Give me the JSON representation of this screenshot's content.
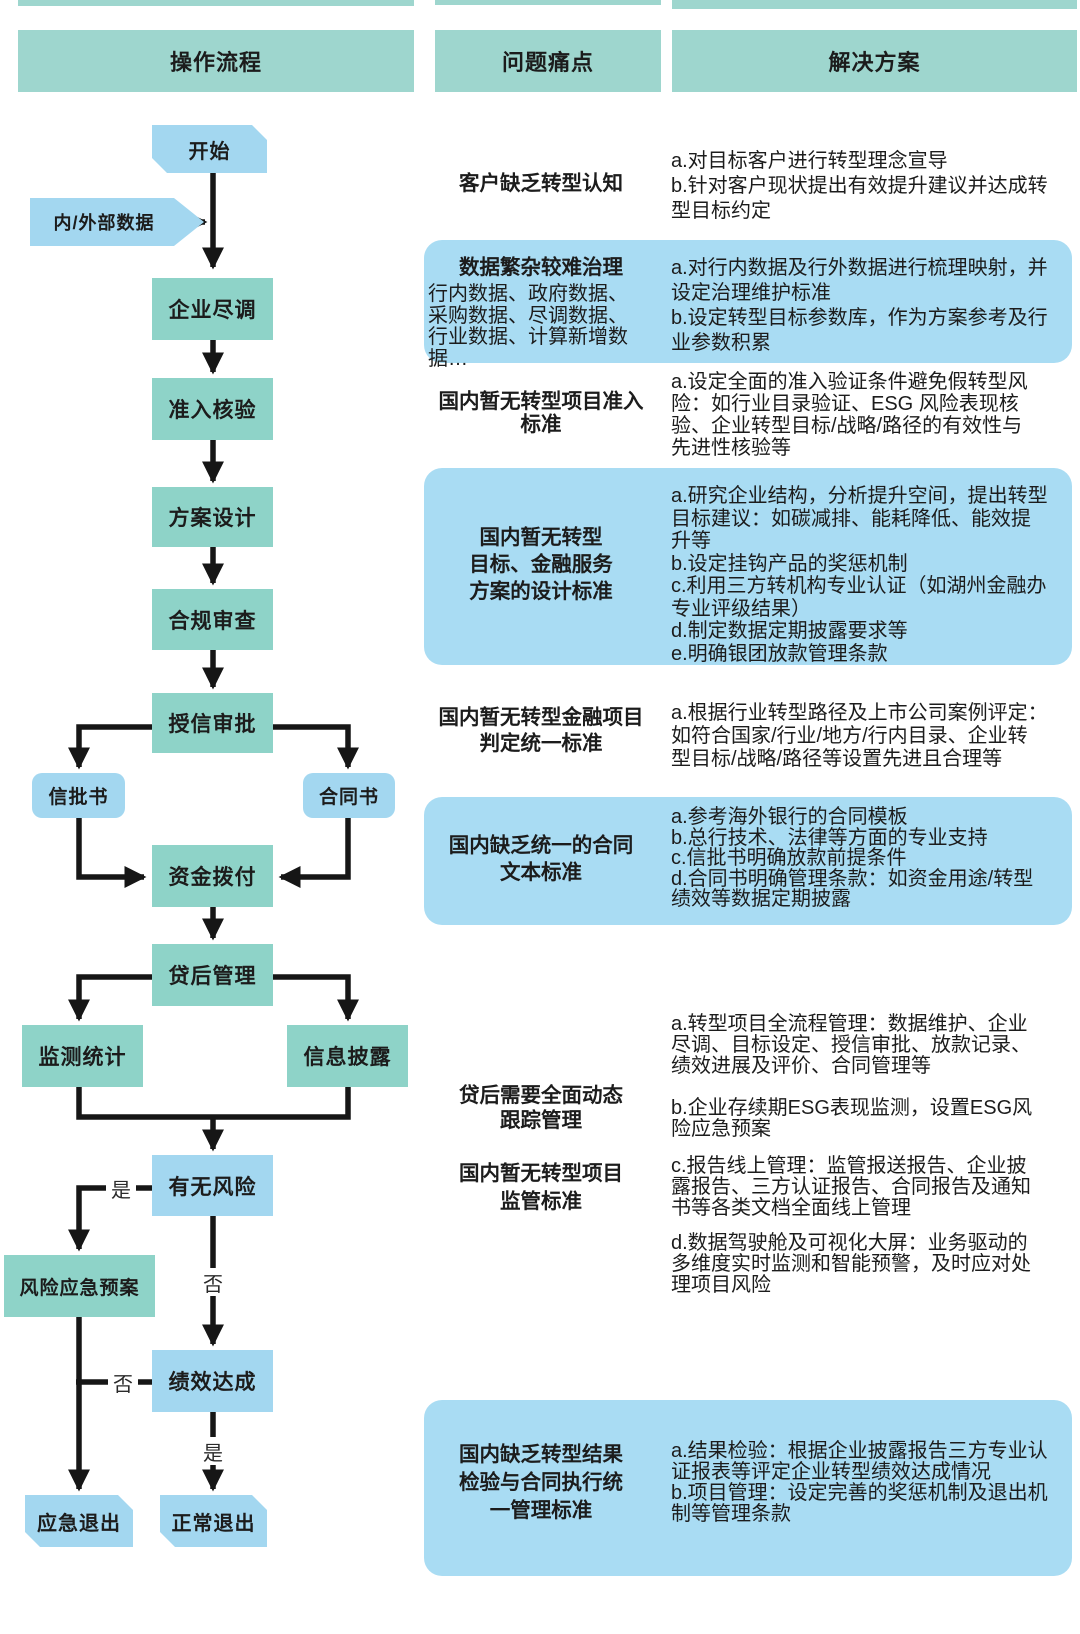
{
  "headers": {
    "process": "操作流程",
    "pain": "问题痛点",
    "solution": "解决方案"
  },
  "colors": {
    "header_teal": "#9ed6ce",
    "process_teal": "#8ed3c8",
    "node_blue": "#a3d7f0",
    "container_blue": "#a9dcf3",
    "arrow": "#161616",
    "text": "#1c1c1c"
  },
  "flowchart": {
    "nodes": {
      "start": {
        "label": "开始"
      },
      "external_data": {
        "label": "内/外部数据"
      },
      "due_diligence": {
        "label": "企业尽调"
      },
      "access_check": {
        "label": "准入核验"
      },
      "plan_design": {
        "label": "方案设计"
      },
      "compliance_review": {
        "label": "合规审查"
      },
      "credit_approval": {
        "label": "授信审批"
      },
      "credit_letter": {
        "label": "信批书"
      },
      "contract": {
        "label": "合同书"
      },
      "fund_disbursement": {
        "label": "资金拨付"
      },
      "post_loan_mgmt": {
        "label": "贷后管理"
      },
      "monitoring_stats": {
        "label": "监测统计"
      },
      "info_disclosure": {
        "label": "信息披露"
      },
      "risk_decision": {
        "label": "有无风险"
      },
      "risk_emergency_plan": {
        "label": "风险应急预案"
      },
      "performance_achieved": {
        "label": "绩效达成"
      },
      "emergency_exit": {
        "label": "应急退出"
      },
      "normal_exit": {
        "label": "正常退出"
      }
    },
    "edge_labels": {
      "yes": "是",
      "no": "否"
    }
  },
  "pains": {
    "p1": {
      "lines": [
        "客户缺乏转型认知"
      ]
    },
    "p2": {
      "title": "数据繁杂较难治理",
      "lines": [
        "行内数据、政府数据、",
        "采购数据、尽调数据、",
        "行业数据、计算新增数",
        "据…"
      ]
    },
    "p3": {
      "lines": [
        "国内暂无转型项目准入",
        "标准"
      ]
    },
    "p4": {
      "lines": [
        "国内暂无转型",
        "目标、金融服务",
        "方案的设计标准"
      ]
    },
    "p5": {
      "lines": [
        "国内暂无转型金融项目",
        "判定统一标准"
      ]
    },
    "p6": {
      "lines": [
        "国内缺乏统一的合同",
        "文本标准"
      ]
    },
    "p7a": {
      "lines": [
        "贷后需要全面动态",
        "跟踪管理"
      ]
    },
    "p7b": {
      "lines": [
        "国内暂无转型项目",
        "监管标准"
      ]
    },
    "p8": {
      "lines": [
        "国内缺乏转型结果",
        "检验与合同执行统",
        "一管理标准"
      ]
    }
  },
  "solutions": {
    "s1": {
      "lines": [
        "a.对目标客户进行转型理念宣导",
        "b.针对客户现状提出有效提升建议并达成转",
        "型目标约定"
      ]
    },
    "s2": {
      "lines": [
        "a.对行内数据及行外数据进行梳理映射，并",
        "设定治理维护标准",
        "b.设定转型目标参数库，作为方案参考及行",
        "业参数积累"
      ]
    },
    "s3": {
      "lines": [
        "a.设定全面的准入验证条件避免假转型风",
        "险：如行业目录验证、ESG 风险表现核",
        "验、企业转型目标/战略/路径的有效性与",
        "先进性核验等"
      ]
    },
    "s4": {
      "lines": [
        "a.研究企业结构，分析提升空间，提出转型",
        "目标建议：如碳减排、能耗降低、能效提",
        "升等",
        "b.设定挂钩产品的奖惩机制",
        "c.利用三方转机构专业认证（如湖州金融办",
        "专业评级结果）",
        "d.制定数据定期披露要求等",
        "e.明确银团放款管理条款"
      ]
    },
    "s5": {
      "lines": [
        "a.根据行业转型路径及上市公司案例评定：",
        "如符合国家/行业/地方/行内目录、企业转",
        "型目标/战略/路径等设置先进且合理等"
      ]
    },
    "s6": {
      "lines": [
        "a.参考海外银行的合同模板",
        "b.总行技术、法律等方面的专业支持",
        "c.信批书明确放款前提条件",
        "d.合同书明确管理条款：如资金用途/转型",
        "绩效等数据定期披露"
      ]
    },
    "s7a": {
      "lines": [
        "a.转型项目全流程管理：数据维护、企业",
        "尽调、目标设定、授信审批、放款记录、",
        "绩效进展及评价、合同管理等"
      ]
    },
    "s7b": {
      "lines": [
        "b.企业存续期ESG表现监测，设置ESG风",
        "险应急预案"
      ]
    },
    "s7c": {
      "lines": [
        "c.报告线上管理：监管报送报告、企业披",
        "露报告、三方认证报告、合同报告及通知",
        "书等各类文档全面线上管理"
      ]
    },
    "s7d": {
      "lines": [
        "d.数据驾驶舱及可视化大屏：业务驱动的",
        "多维度实时监测和智能预警，及时应对处",
        "理项目风险"
      ]
    },
    "s8": {
      "lines": [
        "a.结果检验：根据企业披露报告三方专业认",
        "证报表等评定企业转型绩效达成情况",
        "b.项目管理：设定完善的奖惩机制及退出机",
        "制等管理条款"
      ]
    }
  }
}
